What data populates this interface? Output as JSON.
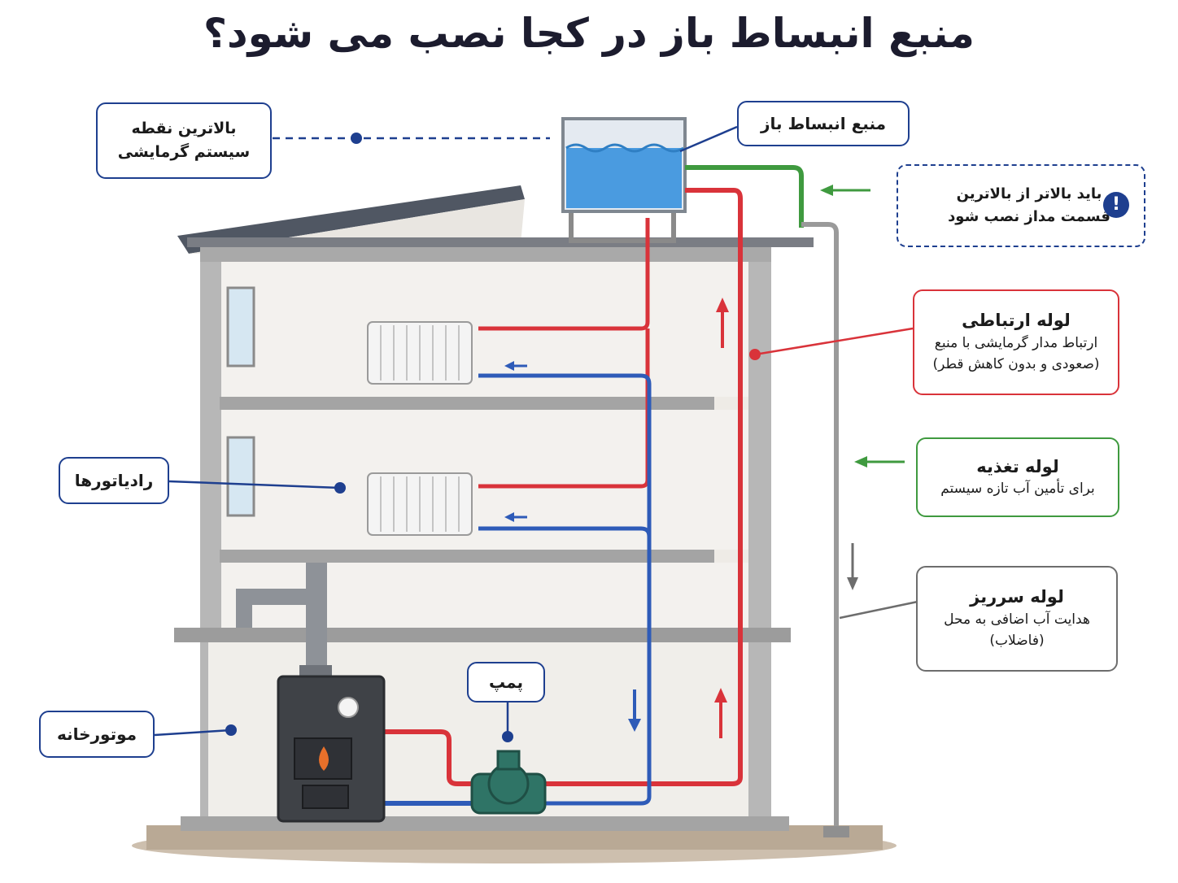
{
  "title": "منبع انبساط باز در کجا نصب می شود؟",
  "callouts": {
    "highest_point": {
      "line1": "بالاترین نقطه",
      "line2": "سیستم گرمایشی"
    },
    "expansion_tank": {
      "label": "منبع انبساط باز"
    },
    "warning": {
      "line1": "باید بالاتر از بالاترین",
      "line2": "قسمت مداز نصب شود",
      "icon": "exclamation-icon"
    },
    "connection_pipe": {
      "title": "لوله ارتباطی",
      "line1": "ارتباط مدار گرمایشی با منبع",
      "line2": "(صعودی و بدون کاهش قطر)"
    },
    "feed_pipe": {
      "title": "لوله تغذیه",
      "line1": "برای تأمین آب تازه سیستم"
    },
    "overflow_pipe": {
      "title": "لوله سرریز",
      "line1": "هدایت آب اضافی به محل",
      "line2": "(فاضلاب)"
    },
    "radiators": {
      "label": "رادیاتورها"
    },
    "pump": {
      "label": "پمپ"
    },
    "boiler_room": {
      "label": "موتورخانه"
    }
  },
  "colors": {
    "hot_pipe": "#d9333a",
    "return_pipe": "#2e5bb8",
    "feed_pipe": "#3f9a3f",
    "overflow_pipe": "#9a9a9a",
    "navy": "#1e3f8f",
    "water": "#4a9be0",
    "wall": "#b9b9b9",
    "room": "#f1efec"
  }
}
